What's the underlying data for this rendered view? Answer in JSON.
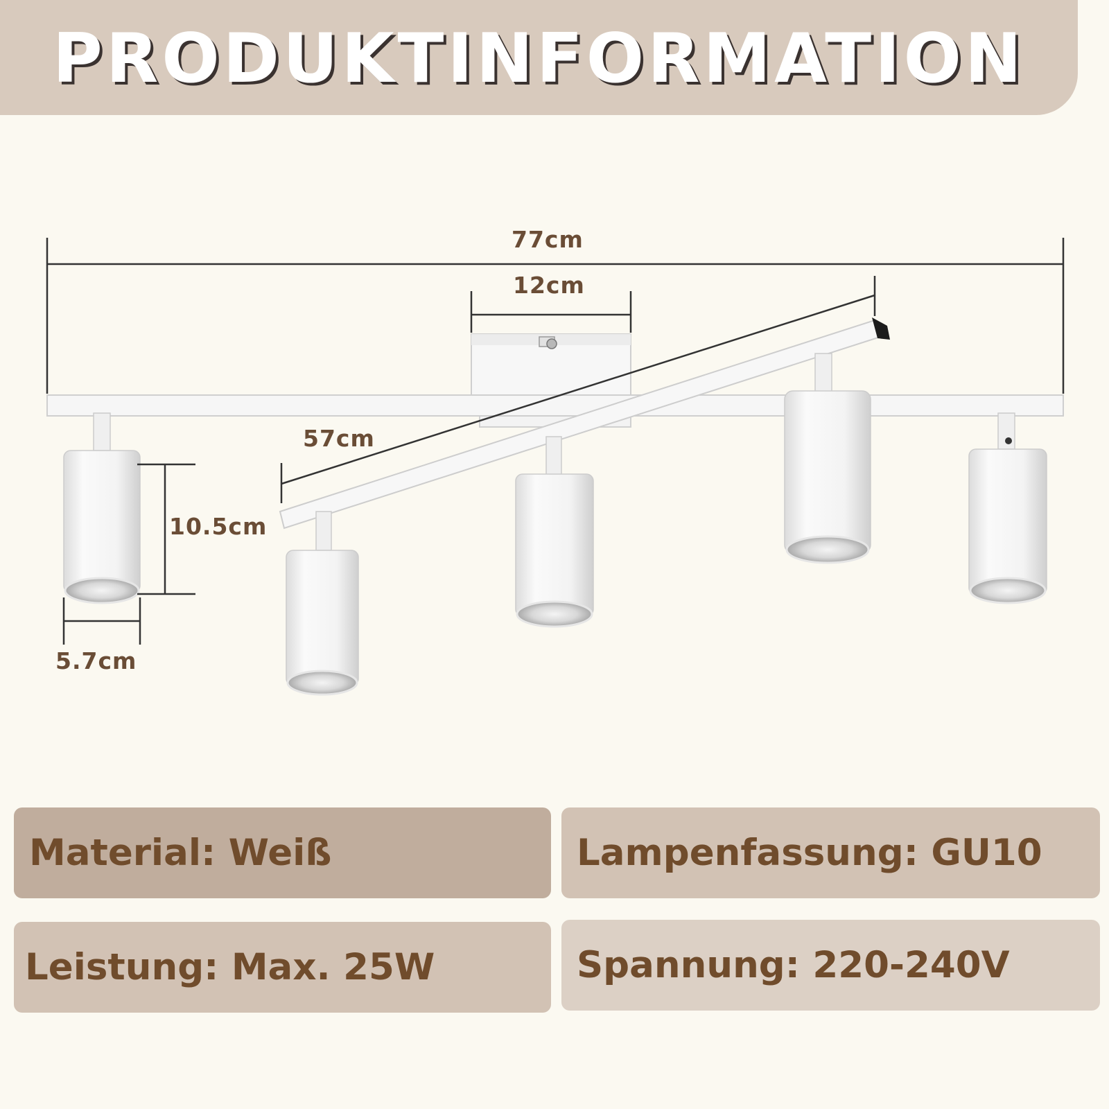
{
  "header": {
    "title": "PRODUKTINFORMATION"
  },
  "dimensions": {
    "total_length": "77cm",
    "mount_width": "12cm",
    "bar_length": "57cm",
    "spot_height": "10.5cm",
    "spot_diameter": "5.7cm"
  },
  "specs": [
    {
      "text": "Material: Weiß"
    },
    {
      "text": "Lampenfassung: GU10"
    },
    {
      "text": "Leistung: Max. 25W"
    },
    {
      "text": "Spannung: 220-240V"
    }
  ],
  "colors": {
    "background": "#fbf9f1",
    "header_band": "#d8cabd",
    "spec_dark": "#c0ad9d",
    "spec_mid": "#d2c2b4",
    "spec_light": "#dcd0c5",
    "label_text": "#6a4d36",
    "spec_text": "#704c2c"
  }
}
